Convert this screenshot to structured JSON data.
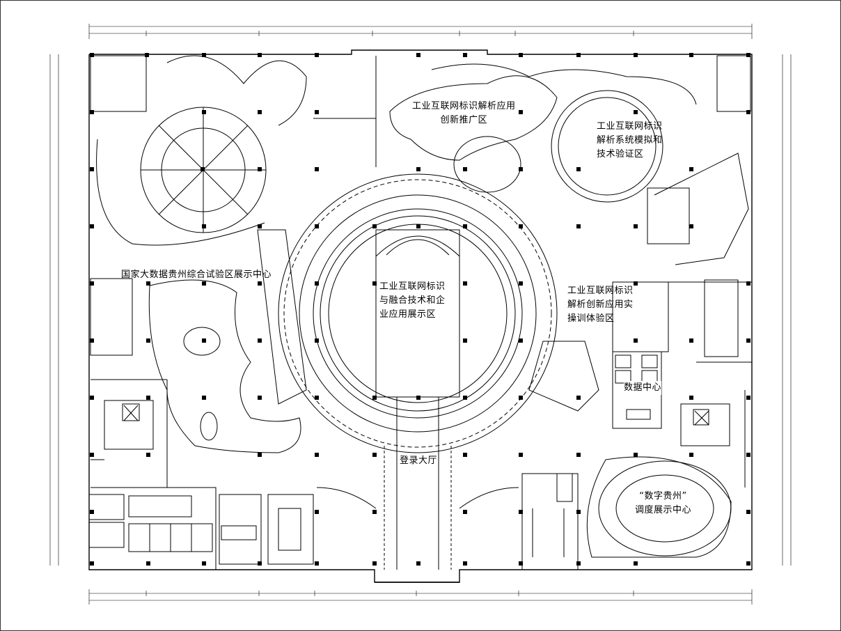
{
  "drawing": {
    "line_color": "#000000",
    "background": "#ffffff"
  },
  "zones": {
    "identification_innovation": {
      "line1": "工业互联网标识解析应用",
      "line2": "创新推广区"
    },
    "resolution_system": {
      "line1": "工业互联网标识",
      "line2": "解析系统模拟和",
      "line3": "技术验证区"
    },
    "big_data_center": {
      "line1": "国家大数据贵州综合试验区展示中心"
    },
    "enterprise_showcase": {
      "line1": "工业互联网标识",
      "line2": "与融合技术和企",
      "line3": "业应用展示区"
    },
    "training_experience": {
      "line1": "工业互联网标识",
      "line2": "解析创新应用实",
      "line3": "操训体验区"
    },
    "data_center": {
      "line1": "数据中心"
    },
    "lobby": {
      "line1": "登录大厅"
    },
    "digital_guizhou": {
      "line1": "“数字贵州”",
      "line2": "调度展示中心"
    }
  }
}
